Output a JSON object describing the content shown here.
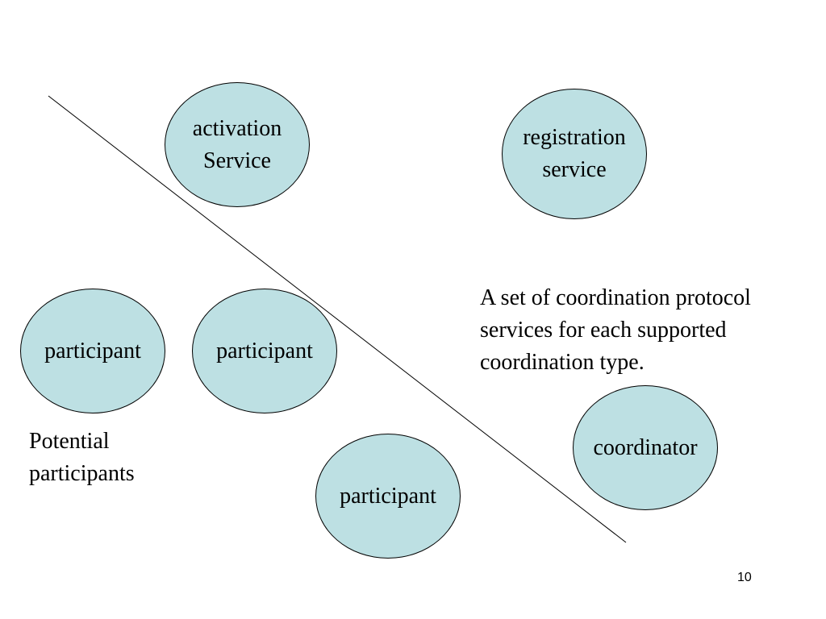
{
  "style": {
    "node_fill": "#bde0e3",
    "line_color": "#000000",
    "text_color": "#000000"
  },
  "nodes": {
    "activation": {
      "label": "activation\nService"
    },
    "registration": {
      "label": "registration\nservice"
    },
    "participant_left": {
      "label": "participant"
    },
    "participant_middle": {
      "label": "participant"
    },
    "participant_bottom": {
      "label": "participant"
    },
    "coordinator": {
      "label": "coordinator"
    }
  },
  "notes": {
    "protocol_services": "A set of coordination protocol\nservices for each supported\ncoordination type.",
    "potential_participants": "Potential\nparticipants"
  },
  "page_number": "10"
}
